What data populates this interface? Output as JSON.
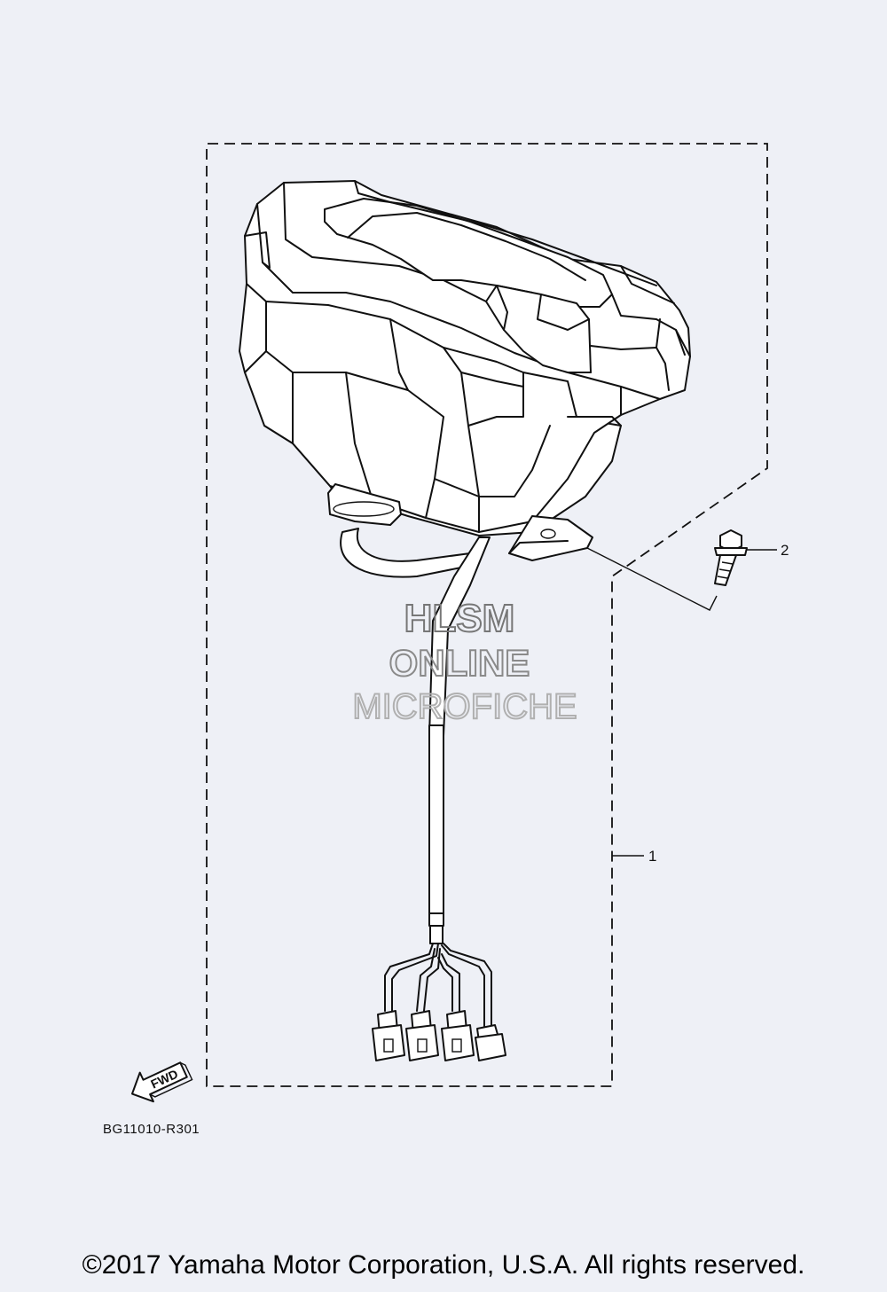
{
  "callouts": [
    {
      "number": "1",
      "part": "meter assembly"
    },
    {
      "number": "2",
      "part": "bolt"
    }
  ],
  "direction_label": "FWD",
  "diagram_code": "BG11010-R301",
  "watermark": {
    "line1": "HLSM",
    "line2": "ONLINE",
    "line3": "MICROFICHE"
  },
  "copyright": "©2017 Yamaha Motor Corporation, U.S.A. All rights reserved.",
  "colors": {
    "background": "#eef0f6",
    "line": "#111111",
    "watermark": "#9a9a9a"
  }
}
